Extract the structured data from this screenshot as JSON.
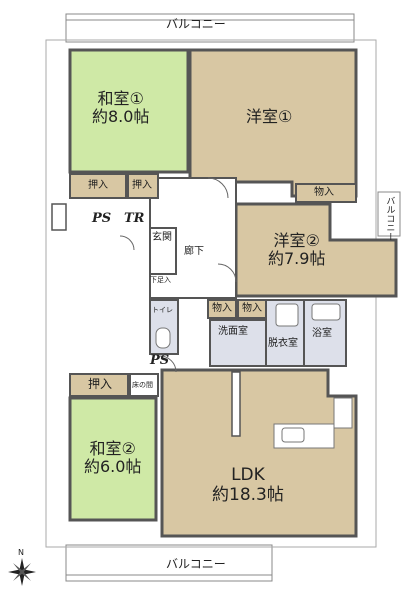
{
  "balcony_top": "バルコニー",
  "balcony_bottom": "バルコニー",
  "balcony_side": "バルコニー",
  "rooms": {
    "washitsu1": {
      "name": "和室①",
      "size": "約8.0帖"
    },
    "yoshitsu1": {
      "name": "洋室①"
    },
    "yoshitsu2": {
      "name": "洋室②",
      "size": "約7.9帖"
    },
    "washitsu2": {
      "name": "和室②",
      "size": "約6.0帖"
    },
    "ldk": {
      "name": "LDK",
      "size": "約18.3帖"
    }
  },
  "storage": {
    "oshiire_1": "押入",
    "oshiire_2": "押入",
    "oshiire_3": "押入",
    "monoire_1": "物入",
    "monoire_2": "物入",
    "monoire_3": "物入"
  },
  "utility": {
    "ps_1": "PS",
    "tr": "TR",
    "ps_2": "PS",
    "genkan": "玄関",
    "roka": "廊下",
    "toilet": "トイレ",
    "senmenshitsu": "洗面室",
    "datsuishitsu": "脱衣室",
    "yokushitsu": "浴室",
    "shoe_box": "下足入",
    "tokonoma": "床の間",
    "compass_n": "N"
  },
  "colors": {
    "tatami": "#cfe9a6",
    "flooring": "#d8c7a3",
    "wet_area": "#dde0ea",
    "storage": "#d8c7a3",
    "wall": "#555555",
    "balcony_line": "#888888"
  }
}
